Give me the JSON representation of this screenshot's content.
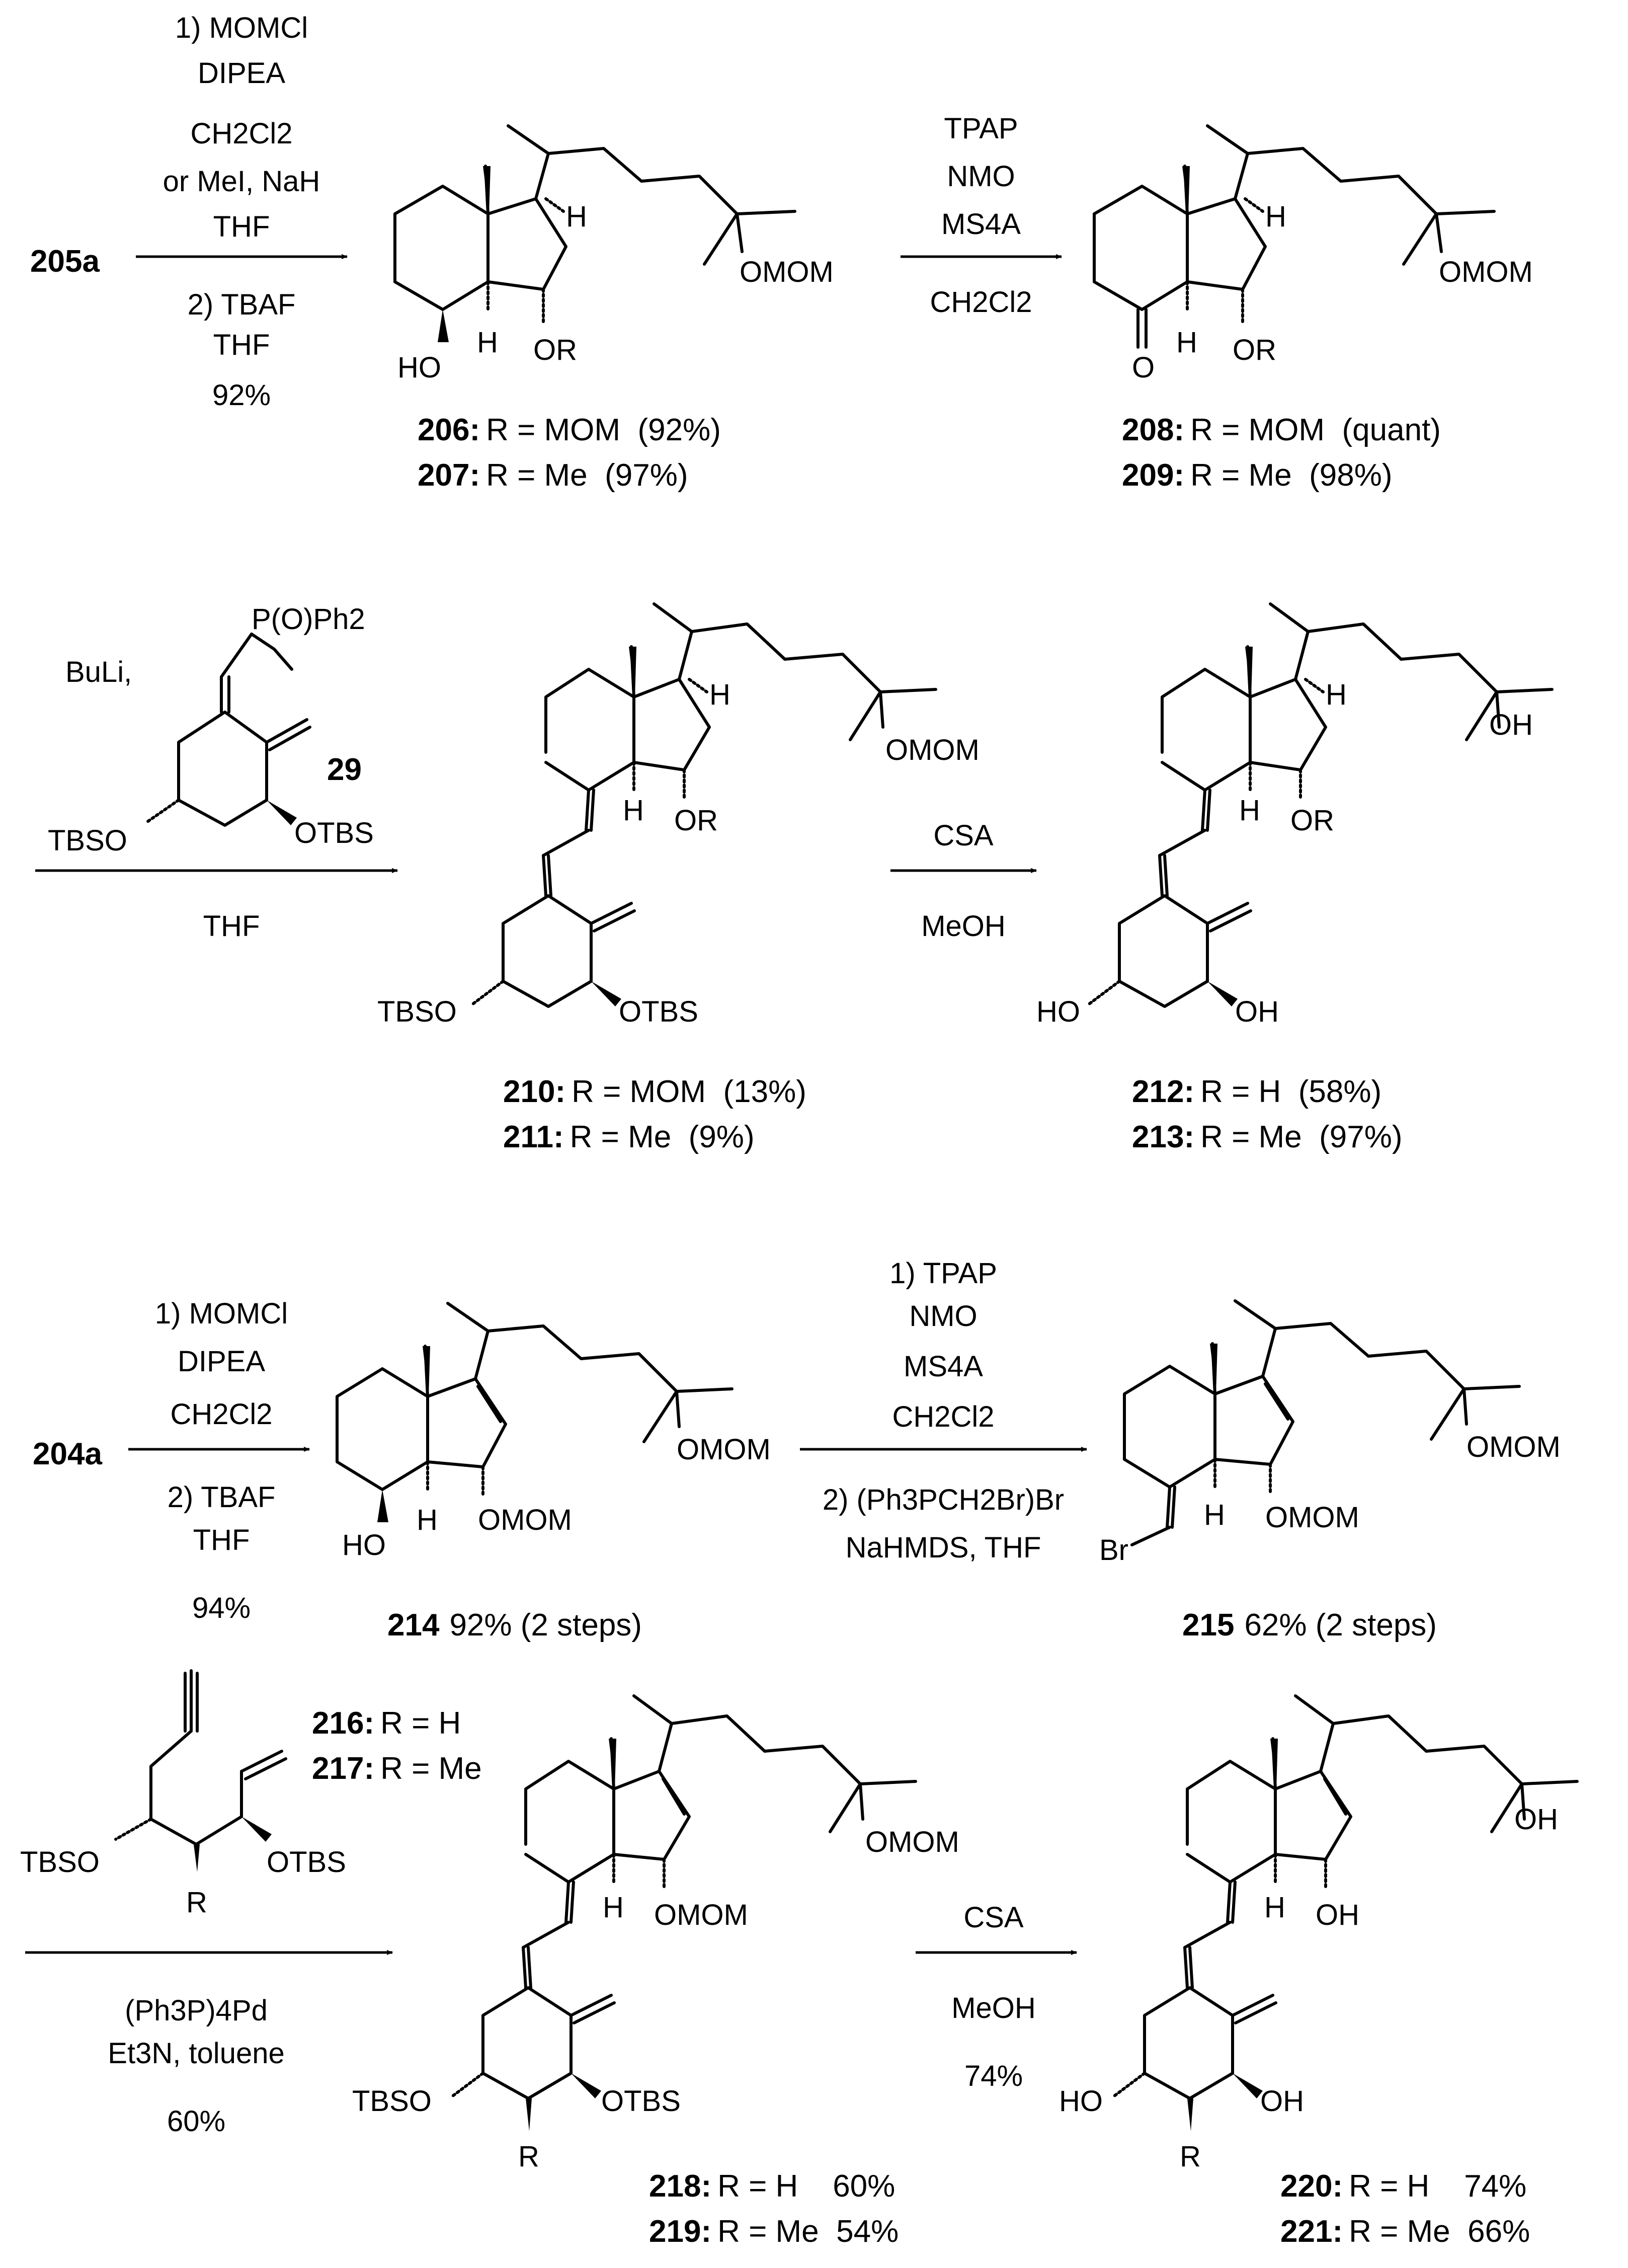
{
  "reactions": [
    {
      "start": "205a",
      "conditions_above": [
        "1) MOMCl",
        "DIPEA",
        "CH2Cl2",
        "or MeI, NaH",
        "THF"
      ],
      "conditions_below": [
        "2) TBAF",
        "THF",
        "92%"
      ]
    },
    {
      "conditions_above": [
        "TPAP",
        "NMO",
        "MS4A"
      ],
      "conditions_below": [
        "CH2Cl2"
      ]
    },
    {
      "reagent_label": "BuLi,",
      "reagent_compound": "29",
      "reagent_groups": [
        "P(O)Ph2",
        "TBSO",
        "OTBS"
      ],
      "conditions_below": [
        "THF"
      ]
    },
    {
      "conditions_above": [
        "CSA"
      ],
      "conditions_below": [
        "MeOH"
      ]
    },
    {
      "start": "204a",
      "conditions_above": [
        "1) MOMCl",
        "DIPEA",
        "CH2Cl2"
      ],
      "conditions_below": [
        "2) TBAF",
        "THF",
        "94%"
      ]
    },
    {
      "conditions_above": [
        "1) TPAP",
        "NMO",
        "MS4A",
        "CH2Cl2"
      ],
      "conditions_below": [
        "2) (Ph3PCH2Br)Br",
        "NaHMDS, THF"
      ]
    },
    {
      "reagent_groups": [
        "TBSO",
        "OTBS",
        "R"
      ],
      "reagent_legend": [
        {
          "id": "216:",
          "text": "R = H"
        },
        {
          "id": "217:",
          "text": "R = Me"
        }
      ],
      "conditions_below": [
        "(Ph3P)4Pd",
        "Et3N, toluene",
        "60%"
      ]
    },
    {
      "conditions_above": [
        "CSA"
      ],
      "conditions_below": [
        "MeOH",
        "74%"
      ]
    }
  ],
  "compounds": [
    {
      "id": "206:",
      "text": "R = MOM  (92%)"
    },
    {
      "id": "207:",
      "text": "R = Me  (97%)"
    },
    {
      "id": "208:",
      "text": "R = MOM  (quant)"
    },
    {
      "id": "209:",
      "text": "R = Me  (98%)"
    },
    {
      "id": "210:",
      "text": "R = MOM  (13%)"
    },
    {
      "id": "211:",
      "text": "R = Me  (9%)"
    },
    {
      "id": "212:",
      "text": "R = H  (58%)"
    },
    {
      "id": "213:",
      "text": "R = Me  (97%)"
    },
    {
      "id": "214",
      "text": "92% (2 steps)"
    },
    {
      "id": "215",
      "text": "62% (2 steps)"
    },
    {
      "id": "218:",
      "text": "R = H    60%"
    },
    {
      "id": "219:",
      "text": "R = Me  54%"
    },
    {
      "id": "220:",
      "text": "R = H    74%"
    },
    {
      "id": "221:",
      "text": "R = Me  66%"
    }
  ],
  "atom_labels": {
    "H": "H",
    "HO": "HO",
    "OH": "OH",
    "OR": "OR",
    "O": "O",
    "OMOM": "OMOM",
    "TBSO": "TBSO",
    "OTBS": "OTBS",
    "R": "R",
    "Br": "Br"
  }
}
